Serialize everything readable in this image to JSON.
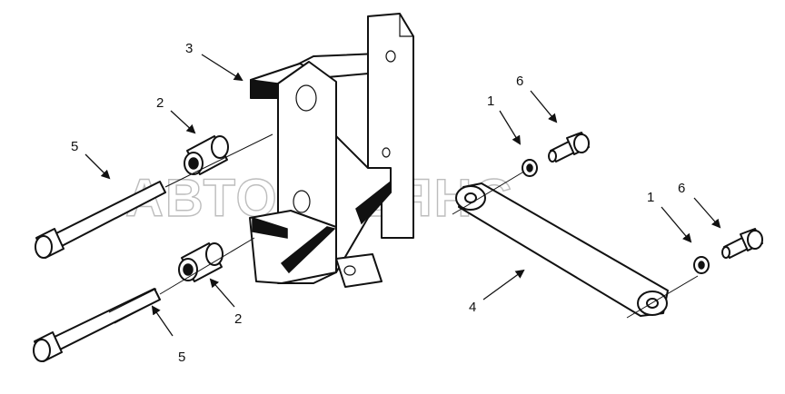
{
  "watermark": {
    "text": "АВТОАЛЬЯНС"
  },
  "callouts": [
    {
      "id": "c-3",
      "label": "3"
    },
    {
      "id": "c-2a",
      "label": "2"
    },
    {
      "id": "c-5a",
      "label": "5"
    },
    {
      "id": "c-2b",
      "label": "2"
    },
    {
      "id": "c-5b",
      "label": "5"
    },
    {
      "id": "c-1a",
      "label": "1"
    },
    {
      "id": "c-6a",
      "label": "6"
    },
    {
      "id": "c-1b",
      "label": "1"
    },
    {
      "id": "c-6b",
      "label": "6"
    },
    {
      "id": "c-4",
      "label": "4"
    }
  ],
  "colors": {
    "ink": "#111111",
    "watermark": "#bdbdbd",
    "background": "#ffffff"
  }
}
